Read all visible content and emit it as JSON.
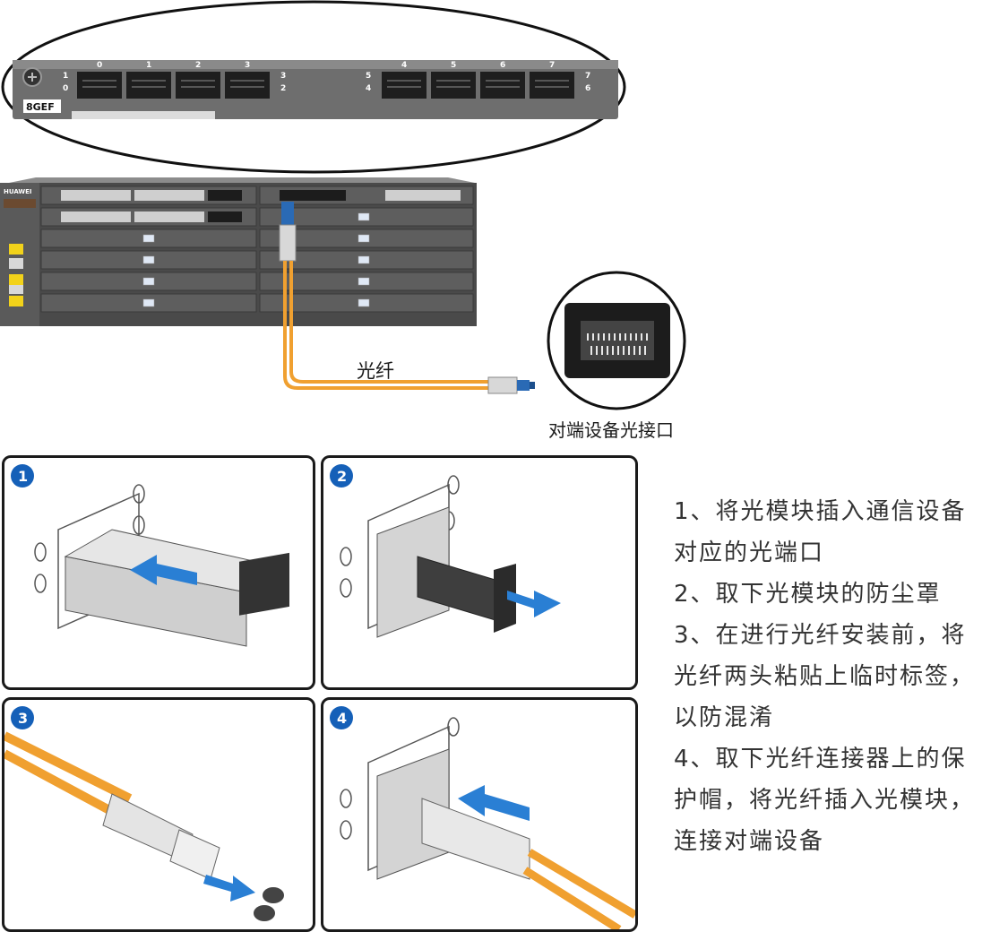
{
  "card_label": "8GEF",
  "port_numbers_left": [
    "0",
    "1",
    "2",
    "3"
  ],
  "port_numbers_right": [
    "4",
    "5",
    "6",
    "7"
  ],
  "led_labels_left": [
    "1",
    "0"
  ],
  "led_labels_mid_a": [
    "3",
    "2"
  ],
  "led_labels_mid_b": [
    "5",
    "4"
  ],
  "led_labels_right": [
    "7",
    "6"
  ],
  "brand": "HUAWEI",
  "fiber_label": "光纤",
  "peer_port_label": "对端设备光接口",
  "steps": {
    "numbers": [
      "1",
      "2",
      "3",
      "4"
    ],
    "line1": "1、将光模块插入通信设备",
    "line2": "对应的光端口",
    "line3": "2、取下光模块的防尘罩",
    "line4": "3、在进行光纤安装前，将",
    "line5": "光纤两头粘贴上临时标签，",
    "line6": "以防混淆",
    "line7": "4、取下光纤连接器上的保",
    "line8": "护帽，将光纤插入光模块，",
    "line9": "连接对端设备"
  },
  "colors": {
    "fiber": "#f0a030",
    "badge": "#1560b8",
    "arrow": "#2a7fd4",
    "chassis": "#5a5a5a"
  }
}
